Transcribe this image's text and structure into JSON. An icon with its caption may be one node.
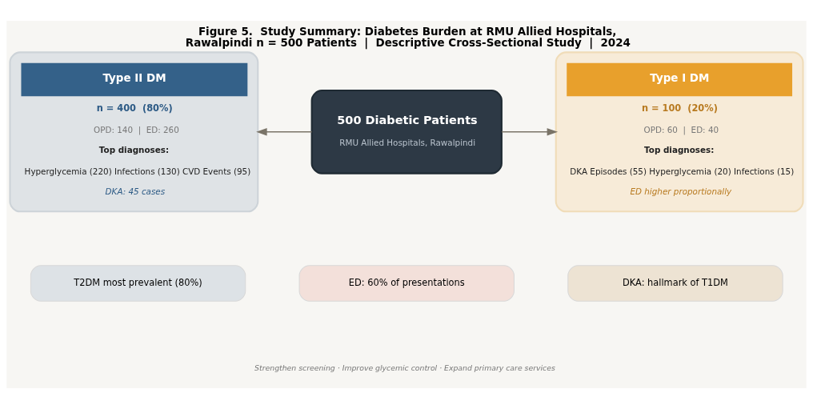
{
  "diagram": {
    "title": "Figure 5.  Study Summary: Diabetes Burden at RMU Allied Hospitals, Rawalpindi n = 500 Patients  |  Descriptive Cross-Sectional Study  |  2024",
    "caption": "Strengthen screening · Improve glycemic control · Expand primary care services",
    "nodes": [
      {
        "text": [
          "Type II DM",
          "n = 400  (80%)",
          "OPD: 140  |  ED: 260",
          "Top diagnoses:",
          "Hyperglycemia (220) Infections (130) CVD Events (95)",
          "DKA: 45 cases"
        ]
      },
      {
        "text": [
          "500 Diabetic Patients",
          "RMU Allied Hospitals, Rawalpindi"
        ]
      },
      {
        "text": [
          "Type I DM",
          "n = 100  (20%)",
          "OPD: 60  |  ED: 40",
          "Top diagnoses:",
          "DKA Episodes (55) Hyperglycemia (20) Infections (15)",
          "ED higher proportionally"
        ]
      },
      {
        "text": [
          "T2DM most prevalent (80%)"
        ]
      },
      {
        "text": [
          "ED: 60% of presentations"
        ]
      },
      {
        "text": [
          "DKA: hallmark of T1DM"
        ]
      }
    ],
    "edges": [
      {
        "from": 1,
        "to": 0,
        "arrow": "to"
      },
      {
        "from": 1,
        "to": 2,
        "arrow": "to"
      }
    ]
  }
}
